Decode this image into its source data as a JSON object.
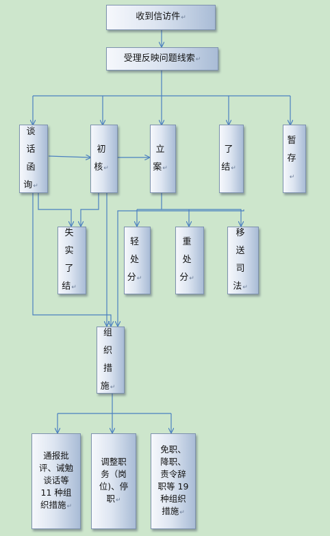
{
  "nodes": {
    "n_receive": "收到信访件",
    "n_accept": "受理反映问题线索",
    "n_talk": "谈\n话\n函\n询",
    "n_initial": "初\n核",
    "n_case": "立\n案",
    "n_close": "了\n结",
    "n_hold": "暂\n存",
    "n_untrue": "失\n实\n了\n结",
    "n_light": "轻\n处\n分",
    "n_heavy": "重\n处\n分",
    "n_judicial": "移\n送\n司\n法",
    "n_org": "组\n织\n措\n施",
    "n_notify": "通报批\n评、诫勉\n谈话等\n11 种组\n织措施",
    "n_adjust": "调整职\n务（岗\n位)、停\n职",
    "n_dismiss": "免职、\n降职、\n责令辞\n职等 19\n种组织\n措施"
  }
}
